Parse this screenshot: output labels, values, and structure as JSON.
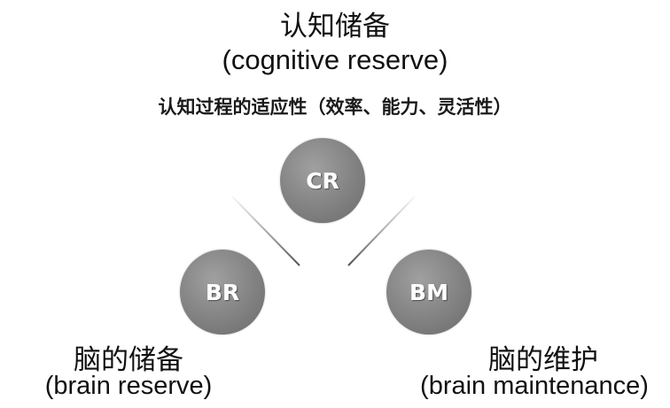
{
  "diagram": {
    "top": {
      "title_zh": "认知储备",
      "title_en": "(cognitive reserve)",
      "description": "认知过程的适应性（效率、能力、灵活性）"
    },
    "nodes": {
      "cr": {
        "label": "CR"
      },
      "br": {
        "label": "BR"
      },
      "bm": {
        "label": "BM"
      }
    },
    "bottom_left": {
      "title_zh": "脑的储备",
      "title_en": "(brain reserve)"
    },
    "bottom_right": {
      "title_zh": "脑的维护",
      "title_en": "(brain maintenance)"
    },
    "colors": {
      "node_fill": "#878787",
      "node_text": "#ffffff",
      "line": "#666666",
      "text": "#111111"
    }
  }
}
